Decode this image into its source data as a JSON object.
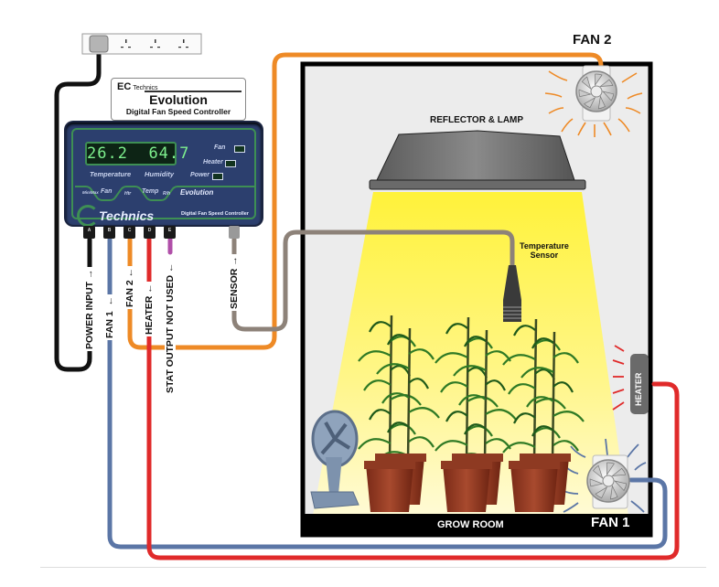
{
  "colors": {
    "power_cable": "#111111",
    "fan1_cable": "#5b76a6",
    "fan2_cable": "#ee8a26",
    "heater_cable": "#e02a2a",
    "stat_cable": "#b04fa8",
    "sensor_cable": "#8d8279",
    "room_bg": "#ececec",
    "room_border": "#000000",
    "controller_body": "#2c3f6e",
    "controller_trim": "#3e8f54",
    "lcd_text": "#7ef08e",
    "light_beam": "#fff34a"
  },
  "power_strip": {
    "name": "Power strip",
    "sockets": 3
  },
  "brand_plate": {
    "logo": "EC",
    "logo_suffix": "Technics",
    "title": "Evolution",
    "subtitle": "Digital Fan Speed Controller"
  },
  "controller": {
    "display_temperature": "26.2",
    "display_humidity": "64.7",
    "label_temperature": "Temperature",
    "label_humidity": "Humidity",
    "indicators": [
      {
        "label": "Fan"
      },
      {
        "label": "Heater"
      },
      {
        "label": "Power"
      }
    ],
    "mode_tabs": [
      "Min/Max",
      "Fan",
      "Htr",
      "Temp",
      "R/h"
    ],
    "model": "Evolution",
    "brand": "Technics",
    "brand_logo": "EC",
    "subtitle": "Digital Fan Speed Controller",
    "ports": [
      "A",
      "B",
      "C",
      "D",
      "E"
    ]
  },
  "cable_labels": {
    "power_input": "POWER INPUT",
    "fan1": "FAN 1",
    "fan2": "FAN 2",
    "heater": "HEATER",
    "stat_output": "STAT OUTPUT NOT USED",
    "sensor": "SENSOR"
  },
  "grow_room": {
    "label": "GROW ROOM",
    "reflector_label": "REFLECTOR & LAMP",
    "sensor_label_line1": "Temperature",
    "sensor_label_line2": "Sensor",
    "fan2_label": "FAN 2",
    "fan1_label": "FAN 1",
    "heater_label": "HEATER",
    "plant_pots": 3,
    "plants_per_pot": 2
  }
}
